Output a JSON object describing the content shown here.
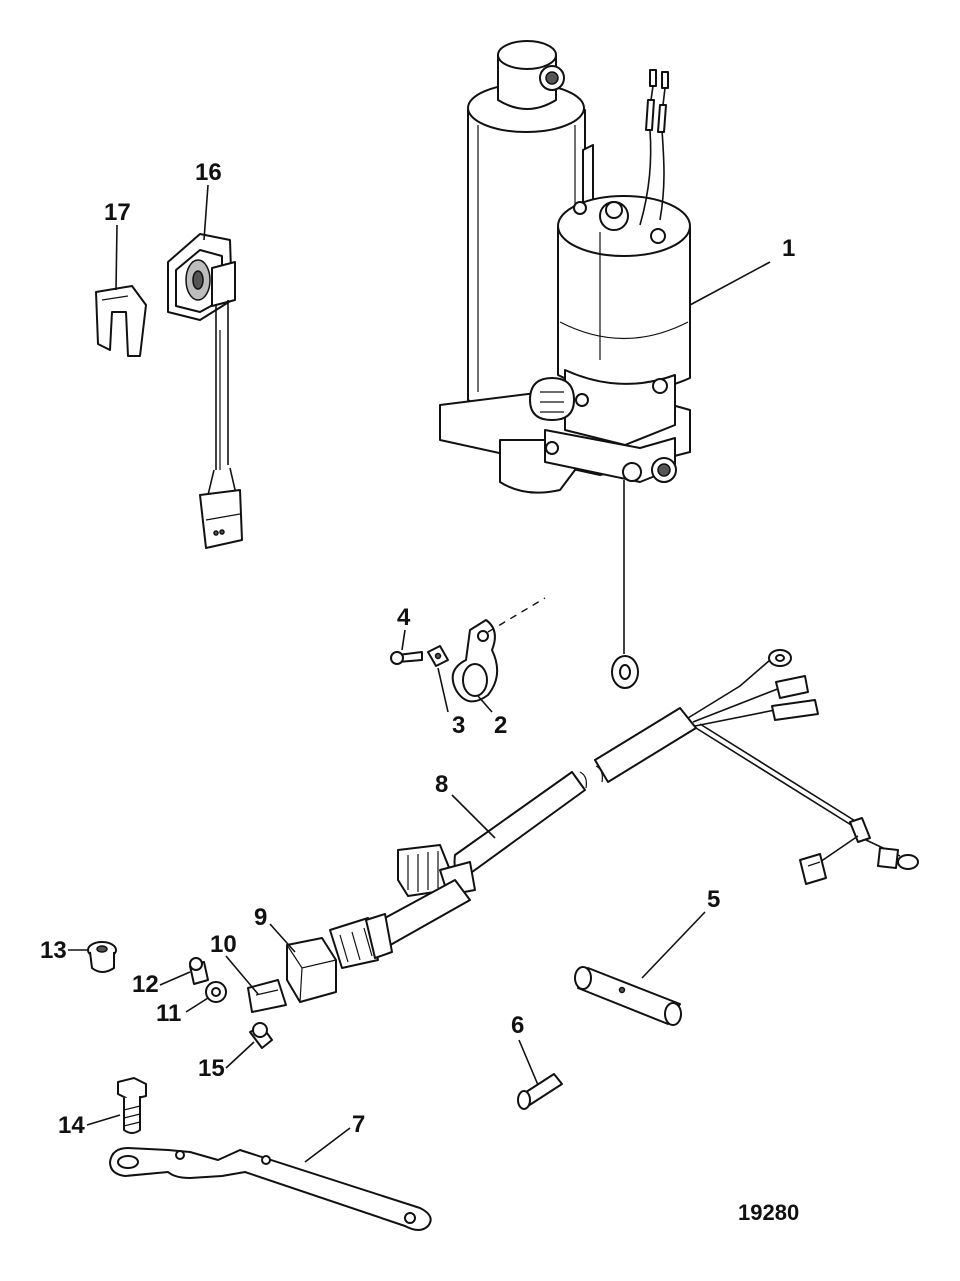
{
  "figure_id": "19280",
  "callouts": [
    {
      "id": "c1",
      "label": "1"
    },
    {
      "id": "c2",
      "label": "2"
    },
    {
      "id": "c3",
      "label": "3"
    },
    {
      "id": "c4",
      "label": "4"
    },
    {
      "id": "c5",
      "label": "5"
    },
    {
      "id": "c6",
      "label": "6"
    },
    {
      "id": "c7",
      "label": "7"
    },
    {
      "id": "c8",
      "label": "8"
    },
    {
      "id": "c9",
      "label": "9"
    },
    {
      "id": "c10",
      "label": "10"
    },
    {
      "id": "c11",
      "label": "11"
    },
    {
      "id": "c12",
      "label": "12"
    },
    {
      "id": "c13",
      "label": "13"
    },
    {
      "id": "c14",
      "label": "14"
    },
    {
      "id": "c15",
      "label": "15"
    },
    {
      "id": "c16",
      "label": "16"
    },
    {
      "id": "c17",
      "label": "17"
    }
  ],
  "colors": {
    "line": "#111111",
    "shade": "#bdbdbd",
    "background": "#ffffff"
  }
}
